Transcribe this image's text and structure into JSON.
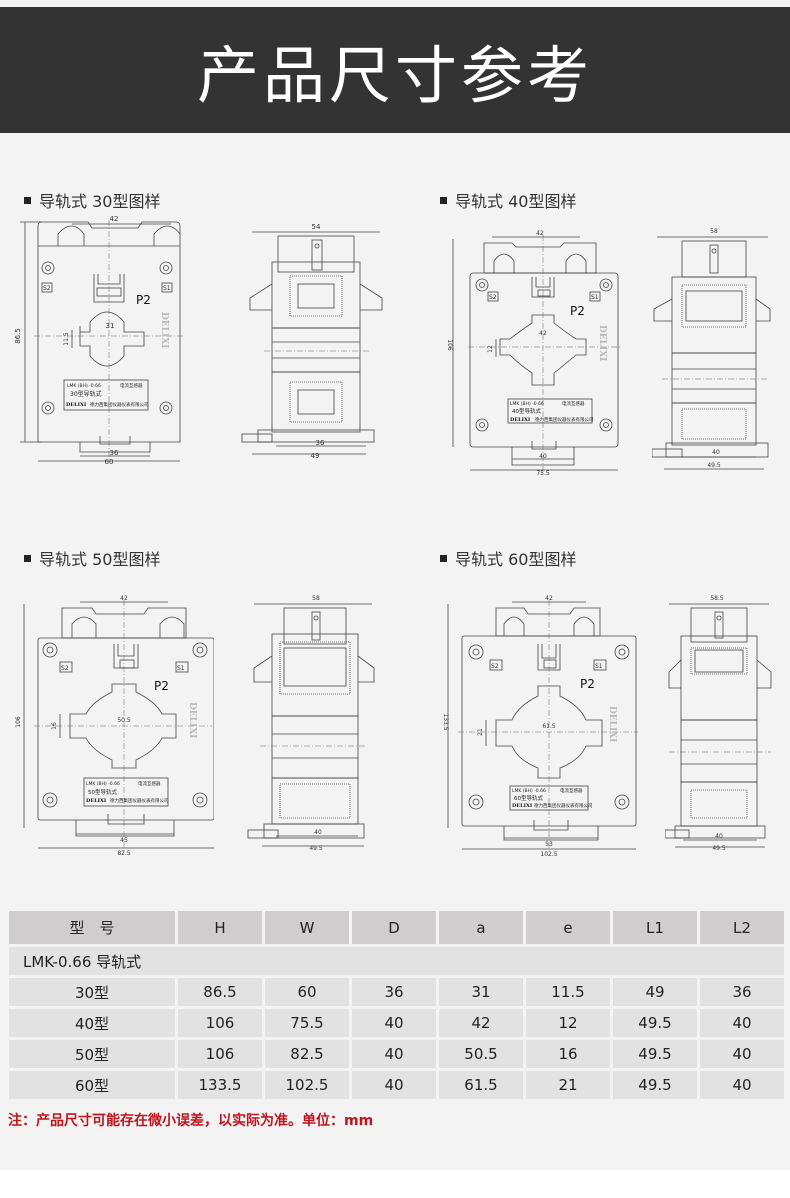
{
  "header": {
    "title": "产品尺寸参考"
  },
  "colors": {
    "banner_bg": "#333333",
    "page_bg": "#f3f3f3",
    "note_red": "#c0141c",
    "header_cell": "#cfcdce",
    "body_cell": "#e2e2e2"
  },
  "sections": [
    {
      "title": "导轨式 30型图样",
      "front": {
        "top_width": "42",
        "height": "86.5",
        "window_width": "31",
        "window_height": "11.5",
        "rail_width": "36",
        "total_width": "60",
        "label_p2": "P2",
        "s2": "S2",
        "s1": "S1",
        "logo": "DELIXI",
        "plate": {
          "model": "LMK (BH) -0.66",
          "type": "30型导轨式",
          "product": "电流互感器",
          "brand": "DELIXI",
          "company": "德力西集团仪器仪表有限公司"
        }
      },
      "side": {
        "top_width": "54",
        "rail_width": "36",
        "total_width": "49"
      }
    },
    {
      "title": "导轨式 40型图样",
      "front": {
        "top_width": "42",
        "height": "106",
        "window_width": "42",
        "window_height": "12",
        "rail_width": "40",
        "total_width": "75.5",
        "label_p2": "P2",
        "s2": "S2",
        "s1": "S1",
        "logo": "DELIXI",
        "plate": {
          "model": "LMK (BH) -0.66",
          "type": "40型导轨式",
          "product": "电流互感器",
          "brand": "DELIXI",
          "company": "德力西集团仪器仪表有限公司"
        }
      },
      "side": {
        "top_width": "58",
        "rail_width": "40",
        "total_width": "49.5"
      }
    },
    {
      "title": "导轨式 50型图样",
      "front": {
        "top_width": "42",
        "height": "106",
        "window_width": "50.5",
        "window_height": "16",
        "rail_width": "45",
        "total_width": "82.5",
        "label_p2": "P2",
        "s2": "S2",
        "s1": "S1",
        "logo": "DELIXI",
        "plate": {
          "model": "LMK (BH) -0.66",
          "type": "50型导轨式",
          "product": "电流互感器",
          "brand": "DELIXI",
          "company": "德力西集团仪器仪表有限公司"
        }
      },
      "side": {
        "top_width": "58",
        "rail_width": "40",
        "total_width": "49.5"
      }
    },
    {
      "title": "导轨式 60型图样",
      "front": {
        "top_width": "42",
        "height": "133.5",
        "window_width": "61.5",
        "window_height": "21",
        "rail_width": "53",
        "total_width": "102.5",
        "label_p2": "P2",
        "s2": "S2",
        "s1": "S1",
        "logo": "DELIXI",
        "plate": {
          "model": "LMK (BH) -0.66",
          "type": "60型导轨式",
          "product": "电流互感器",
          "brand": "DELIXI",
          "company": "德力西集团仪器仪表有限公司"
        }
      },
      "side": {
        "top_width": "58.5",
        "rail_width": "40",
        "total_width": "49.5"
      }
    }
  ],
  "table": {
    "headers": [
      "型　号",
      "H",
      "W",
      "D",
      "a",
      "e",
      "L1",
      "L2"
    ],
    "group_label": "LMK-0.66 导轨式",
    "rows": [
      [
        "30型",
        "86.5",
        "60",
        "36",
        "31",
        "11.5",
        "49",
        "36"
      ],
      [
        "40型",
        "106",
        "75.5",
        "40",
        "42",
        "12",
        "49.5",
        "40"
      ],
      [
        "50型",
        "106",
        "82.5",
        "40",
        "50.5",
        "16",
        "49.5",
        "40"
      ],
      [
        "60型",
        "133.5",
        "102.5",
        "40",
        "61.5",
        "21",
        "49.5",
        "40"
      ]
    ]
  },
  "note": "注：产品尺寸可能存在微小误差，以实际为准。单位：mm"
}
